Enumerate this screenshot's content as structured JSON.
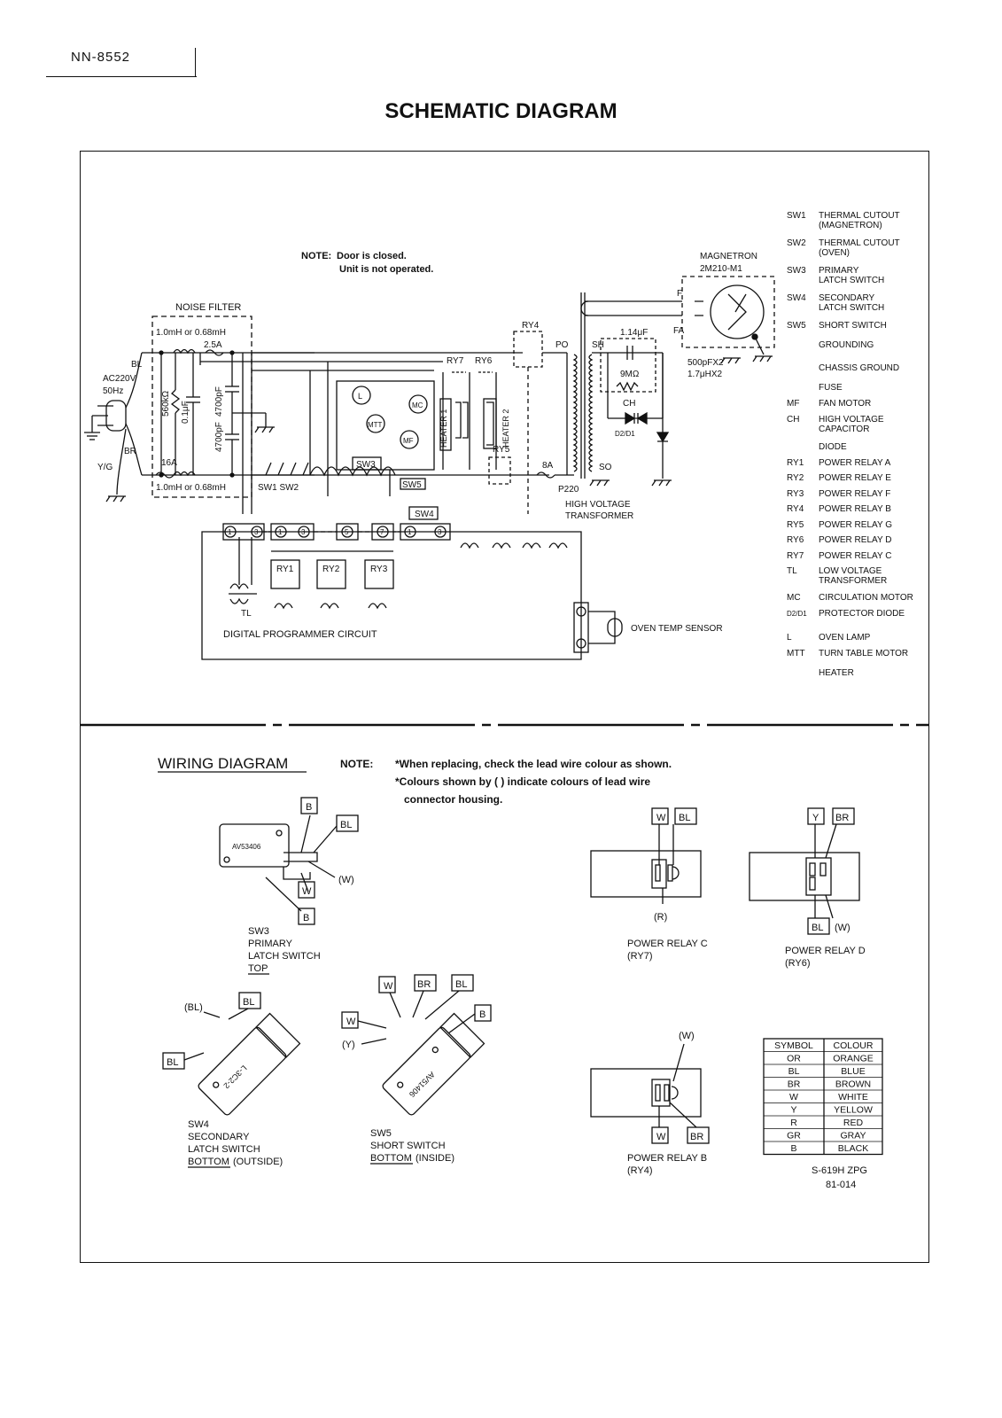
{
  "header": {
    "model": "NN-8552",
    "title": "SCHEMATIC DIAGRAM"
  },
  "schematic": {
    "note_label": "NOTE:",
    "note_line1": "Door is closed.",
    "note_line2": "Unit is not operated.",
    "noise_filter": "NOISE FILTER",
    "inductor_top": "1.0mH or 0.68mH",
    "inductor_bottom": "1.0mH or 0.68mH",
    "fuse_top": "2.5A",
    "fuse_bottom": "16A",
    "fuse_8a": "8A",
    "bl": "BL",
    "br": "BR",
    "yg": "Y/G",
    "ac": "AC220V",
    "hz": "50Hz",
    "r560": "560kΩ",
    "c01": "0.1μF",
    "c4700a": "4700pF",
    "c4700b": "4700pF",
    "sw1sw2": "SW1 SW2",
    "sw3": "SW3",
    "sw4": "SW4",
    "sw5": "SW5",
    "ry1": "RY1",
    "ry2": "RY2",
    "ry3": "RY3",
    "ry4": "RY4",
    "ry5": "RY5",
    "ry6": "RY6",
    "ry7": "RY7",
    "heater1": "HEATER 1",
    "heater2": "HEATER 2",
    "lamp": "L",
    "mtt": "MTT",
    "mc": "MC",
    "mf": "MF",
    "tl": "TL",
    "dpc": "DIGITAL PROGRAMMER CIRCUIT",
    "oven_temp": "OVEN TEMP SENSOR",
    "po": "PO",
    "sh": "SH",
    "so": "SO",
    "p220": "P220",
    "hvt1": "HIGH VOLTAGE",
    "hvt2": "TRANSFORMER",
    "cap": "1.14μF",
    "res": "9MΩ",
    "ch": "CH",
    "d2d1": "D2/D1",
    "magnetron": "MAGNETRON",
    "magnetron_model": "2M210-M1",
    "f": "F",
    "fa": "FA",
    "filter1": "500pFX2",
    "filter2": "1.7μHX2",
    "t1": "1",
    "t3": "3",
    "t5": "5",
    "t7": "7"
  },
  "legend": [
    {
      "sym": "SW1",
      "desc": "THERMAL CUTOUT",
      "desc2": "(MAGNETRON)"
    },
    {
      "sym": "SW2",
      "desc": "THERMAL CUTOUT",
      "desc2": "(OVEN)"
    },
    {
      "sym": "SW3",
      "desc": "PRIMARY",
      "desc2": "LATCH SWITCH"
    },
    {
      "sym": "SW4",
      "desc": "SECONDARY",
      "desc2": "LATCH SWITCH"
    },
    {
      "sym": "SW5",
      "desc": "SHORT SWITCH",
      "desc2": ""
    },
    {
      "sym": "",
      "desc": "GROUNDING",
      "desc2": ""
    },
    {
      "sym": "",
      "desc": "CHASSIS GROUND",
      "desc2": ""
    },
    {
      "sym": "",
      "desc": "FUSE",
      "desc2": ""
    },
    {
      "sym": "MF",
      "desc": "FAN MOTOR",
      "desc2": ""
    },
    {
      "sym": "CH",
      "desc": "HIGH VOLTAGE",
      "desc2": "CAPACITOR"
    },
    {
      "sym": "",
      "desc": "DIODE",
      "desc2": ""
    },
    {
      "sym": "RY1",
      "desc": "POWER RELAY A",
      "desc2": ""
    },
    {
      "sym": "RY2",
      "desc": "POWER RELAY E",
      "desc2": ""
    },
    {
      "sym": "RY3",
      "desc": "POWER RELAY F",
      "desc2": ""
    },
    {
      "sym": "RY4",
      "desc": "POWER RELAY B",
      "desc2": ""
    },
    {
      "sym": "RY5",
      "desc": "POWER RELAY G",
      "desc2": ""
    },
    {
      "sym": "RY6",
      "desc": "POWER RELAY D",
      "desc2": ""
    },
    {
      "sym": "RY7",
      "desc": "POWER RELAY C",
      "desc2": ""
    },
    {
      "sym": "TL",
      "desc": "LOW VOLTAGE",
      "desc2": "TRANSFORMER"
    },
    {
      "sym": "MC",
      "desc": "CIRCULATION MOTOR",
      "desc2": ""
    },
    {
      "sym": "D2/D1",
      "desc": "PROTECTOR DIODE",
      "desc2": ""
    },
    {
      "sym": "L",
      "desc": "OVEN LAMP",
      "desc2": ""
    },
    {
      "sym": "MTT",
      "desc": "TURN TABLE MOTOR",
      "desc2": ""
    },
    {
      "sym": "",
      "desc": "HEATER",
      "desc2": ""
    }
  ],
  "wiring": {
    "title": "WIRING DIAGRAM",
    "note_label": "NOTE:",
    "note1": "*When replacing, check the lead wire colour as shown.",
    "note2": "*Colours shown by (    ) indicate colours of lead wire",
    "note3": "connector housing.",
    "sw3_part": "AV53406",
    "sw3_l1": "SW3",
    "sw3_l2": "PRIMARY",
    "sw3_l3": "LATCH SWITCH",
    "sw3_l4": "TOP",
    "sw4_part": "L-3C2-2",
    "sw4_l1": "SW4",
    "sw4_l2": "SECONDARY",
    "sw4_l3": "LATCH SWITCH",
    "sw4_l4a": "BOTTOM",
    "sw4_l4b": "(OUTSIDE)",
    "sw5_part": "AV51406",
    "sw5_l1": "SW5",
    "sw5_l2": "SHORT SWITCH",
    "sw5_l3a": "BOTTOM",
    "sw5_l3b": "(INSIDE)",
    "ryc_l1": "POWER RELAY C",
    "ryc_l2": "(RY7)",
    "ryd_l1": "POWER RELAY D",
    "ryd_l2": "(RY6)",
    "ryb_l1": "POWER RELAY B",
    "ryb_l2": "(RY4)",
    "w": "W",
    "bl": "BL",
    "b": "B",
    "br": "BR",
    "y": "Y",
    "pw": "(W)",
    "pr": "(R)",
    "pbl": "(BL)",
    "py": "(Y)",
    "code1": "S-619H ZPG",
    "code2": "81-014"
  },
  "colour_table": {
    "headers": [
      "SYMBOL",
      "COLOUR"
    ],
    "rows": [
      [
        "OR",
        "ORANGE"
      ],
      [
        "BL",
        "BLUE"
      ],
      [
        "BR",
        "BROWN"
      ],
      [
        "W",
        "WHITE"
      ],
      [
        "Y",
        "YELLOW"
      ],
      [
        "R",
        "RED"
      ],
      [
        "GR",
        "GRAY"
      ],
      [
        "B",
        "BLACK"
      ]
    ]
  }
}
